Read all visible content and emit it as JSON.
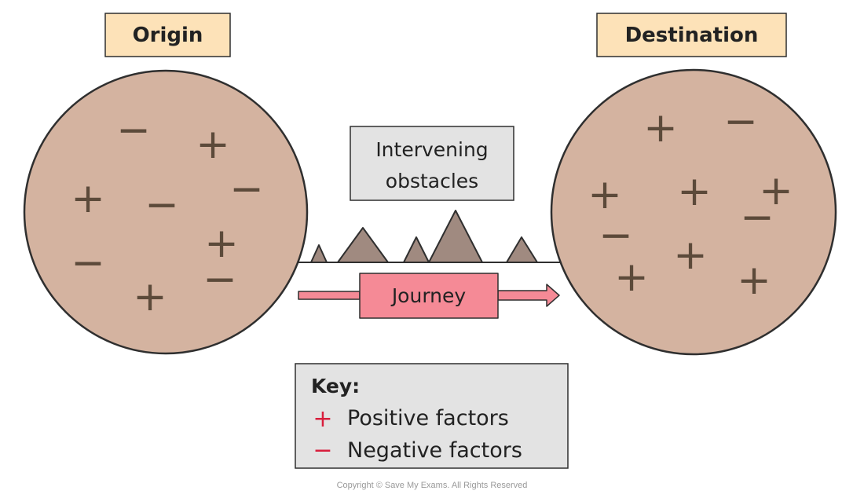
{
  "colors": {
    "circle_fill": "#d4b3a0",
    "outline": "#2f2f2f",
    "sign_color": "#5c4a3a",
    "label_box_fill": "#fde2b8",
    "grey_box_fill": "#e3e3e3",
    "journey_fill": "#f58a96",
    "mountain_fill": "#a08a80",
    "key_positive": "#d81e3c",
    "key_negative": "#d81e3c"
  },
  "labels": {
    "origin": "Origin",
    "destination": "Destination",
    "obstacles_line1": "Intervening",
    "obstacles_line2": "obstacles",
    "journey": "Journey"
  },
  "key": {
    "title": "Key:",
    "positive_symbol": "+",
    "positive_label": "Positive factors",
    "negative_symbol": "−",
    "negative_label": "Negative factors"
  },
  "origin_factors": [
    "−",
    "+",
    "+",
    "−",
    "−",
    "+",
    "−",
    "−",
    "+"
  ],
  "destination_factors": [
    "+",
    "−",
    "+",
    "+",
    "+",
    "−",
    "−",
    "+",
    "+",
    "+"
  ],
  "copyright": "Copyright © Save My Exams. All Rights Reserved"
}
